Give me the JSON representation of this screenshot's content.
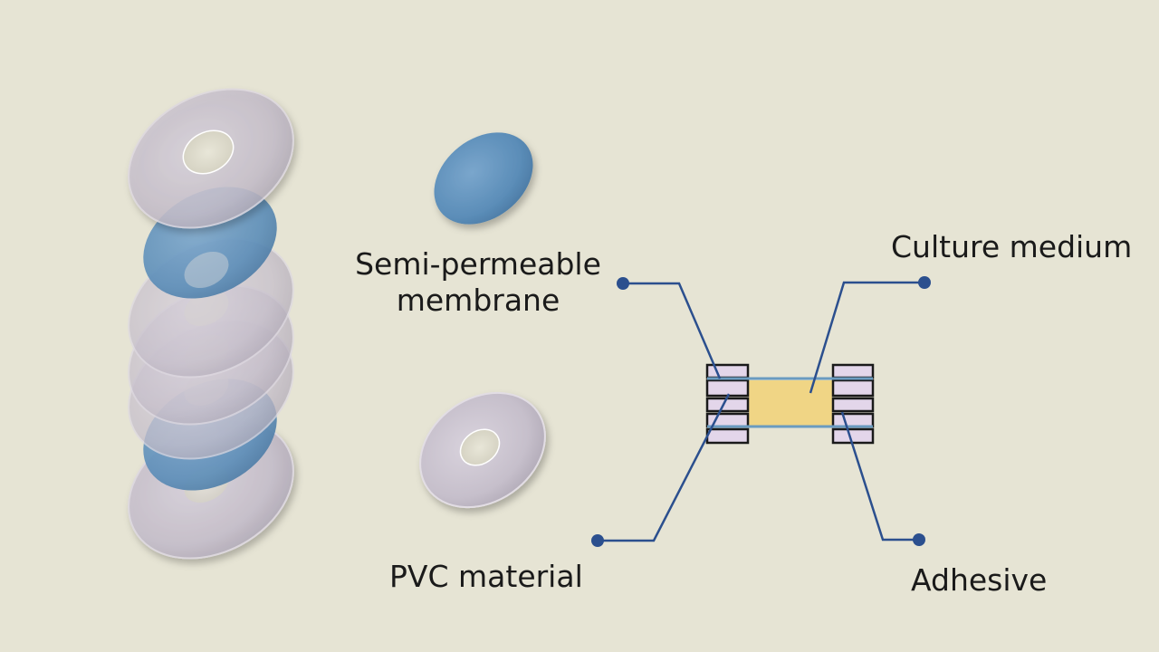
{
  "labels": {
    "membrane_line1": "Semi-permeable",
    "membrane_line2": "membrane",
    "culture_medium": "Culture medium",
    "pvc_material": "PVC material",
    "adhesive": "Adhesive"
  },
  "colors": {
    "background": "#e6e4d4",
    "pvc_disc": "#c9c2cd",
    "membrane_disc": "#5b8db8",
    "culture_medium_fill": "#f0d585",
    "layer_fill": "#e3d6ea",
    "layer_outline": "#1a1a1a",
    "leader_line": "#2b4f8e",
    "membrane_line": "#6a9bc0"
  }
}
